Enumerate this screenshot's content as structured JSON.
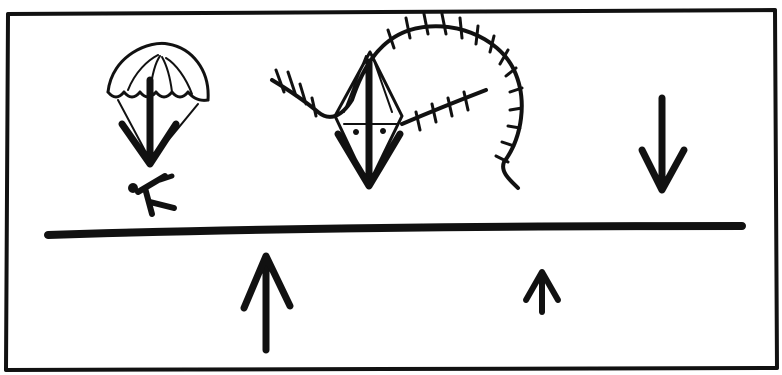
{
  "colors": {
    "ink": "#111111",
    "paper": "#ffffff"
  },
  "figure": {
    "frame": "hand-drawn-rectangle",
    "elements": [
      "parachute-icon",
      "downward-arrow",
      "falling-person-icon",
      "diamond-shape",
      "stitched-curve",
      "ground-line",
      "upward-arrow"
    ]
  }
}
